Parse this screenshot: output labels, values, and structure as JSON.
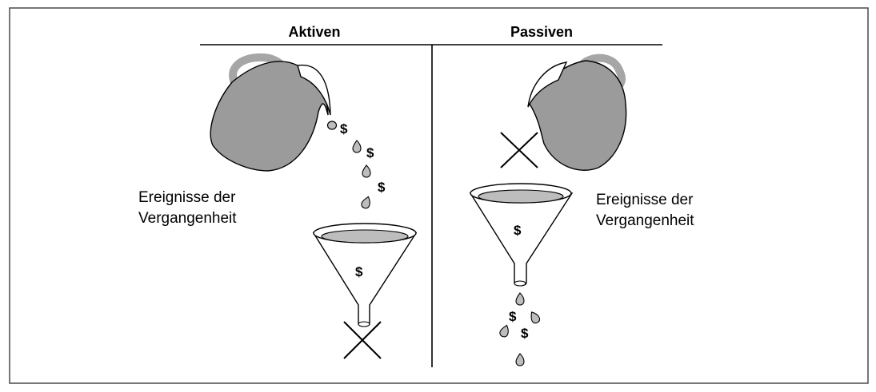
{
  "headers": {
    "assets": "Aktiven",
    "liabilities": "Passiven"
  },
  "labels": {
    "left_line1": "Ereignisse der",
    "left_line2": "Vergangenheit",
    "right_line1": "Ereignisse der",
    "right_line2": "Vergangenheit"
  },
  "symbols": {
    "currency": "$"
  },
  "colors": {
    "pitcher_fill": "#9b9b9b",
    "pitcher_handle": "#a6a6a6",
    "liquid": "#bdbdbd",
    "stroke": "#000000",
    "border": "#4a4a4a"
  }
}
